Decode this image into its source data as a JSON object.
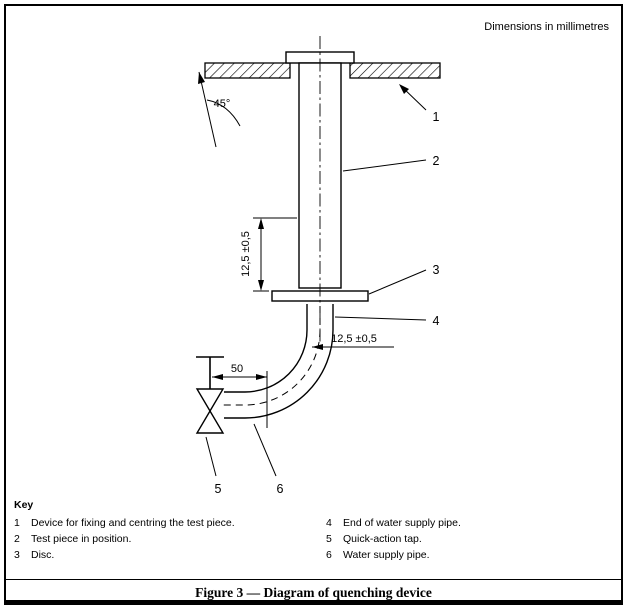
{
  "meta": {
    "dimensions_note": "Dimensions in millimetres"
  },
  "diagram": {
    "angle_label": "45°",
    "dim_pipe_protrusion": "12,5 ±0,5",
    "dim_pipe_gap": "12,5 ±0,5",
    "dim_tap_offset": "50",
    "callout_1": "1",
    "callout_2": "2",
    "callout_3": "3",
    "callout_4": "4",
    "callout_5": "5",
    "callout_6": "6"
  },
  "key": {
    "title": "Key",
    "items": [
      {
        "num": "1",
        "label": "Device for fixing and centring the test piece."
      },
      {
        "num": "2",
        "label": "Test piece in position."
      },
      {
        "num": "3",
        "label": "Disc."
      },
      {
        "num": "4",
        "label": "End of water supply pipe."
      },
      {
        "num": "5",
        "label": "Quick-action tap."
      },
      {
        "num": "6",
        "label": "Water supply pipe."
      }
    ]
  },
  "caption": "Figure 3 — Diagram of quenching device"
}
